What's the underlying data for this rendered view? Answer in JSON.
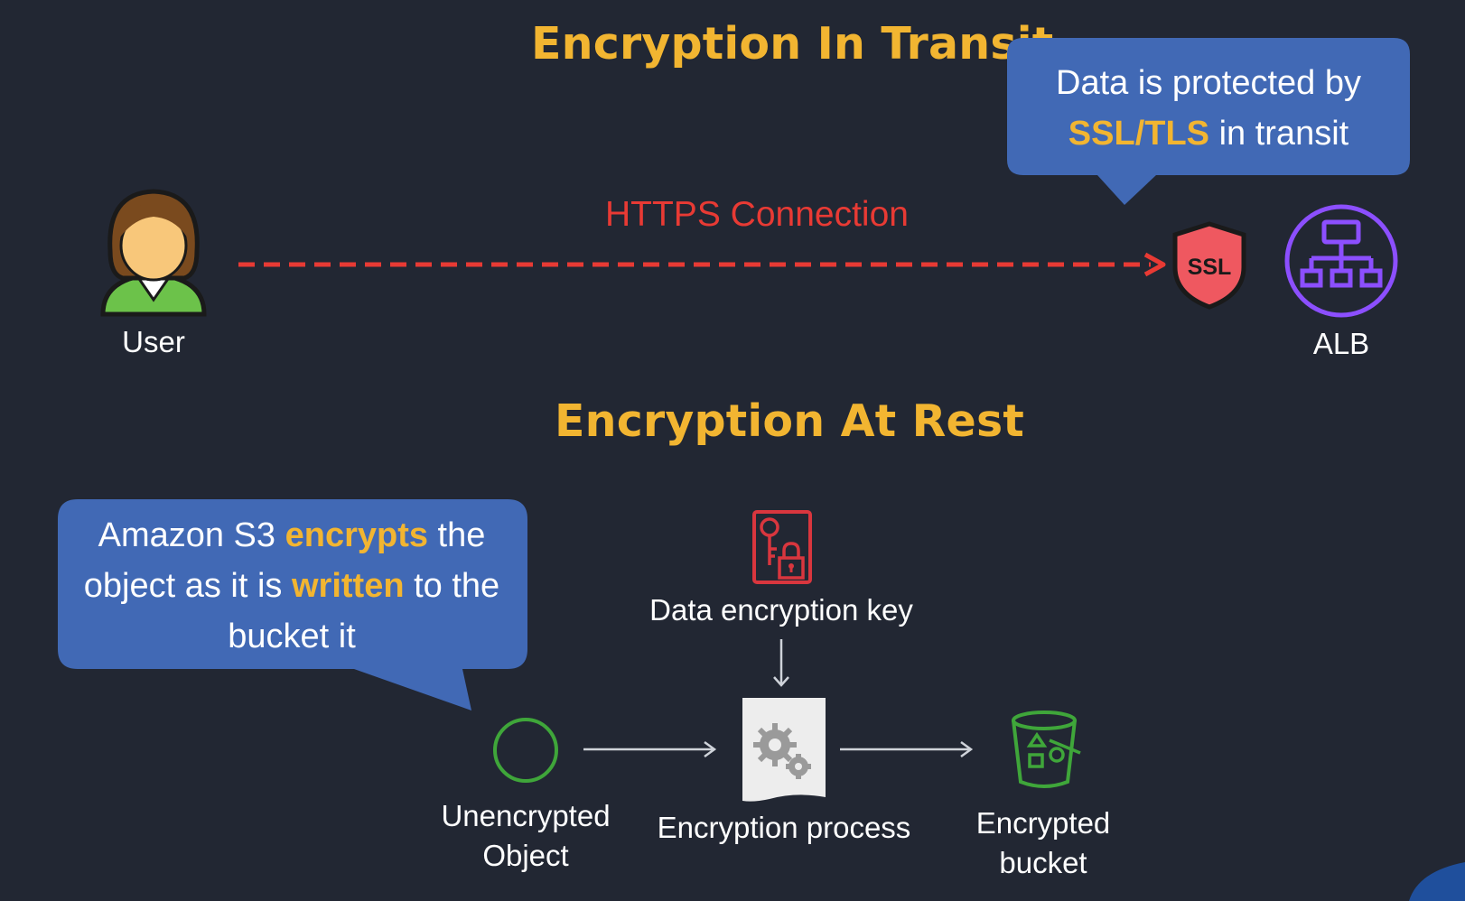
{
  "transit": {
    "title": "Encryption In Transit",
    "connection_label": "HTTPS Connection",
    "user_label": "User",
    "ssl_text": "SSL",
    "alb_label": "ALB",
    "bubble": {
      "line1": "Data is protected by",
      "highlight": "SSL/TLS",
      "line2_rest": " in transit"
    }
  },
  "rest": {
    "title": "Encryption At Rest",
    "bubble": {
      "part1": "Amazon S3 ",
      "highlight1": "encrypts",
      "part2": " the object as it is ",
      "highlight2": "written",
      "part3": " to the bucket it"
    },
    "key_label": "Data encryption key",
    "object_label_line1": "Unencrypted",
    "object_label_line2": "Object",
    "process_label": "Encryption process",
    "bucket_label_line1": "Encrypted",
    "bucket_label_line2": "bucket"
  },
  "colors": {
    "background": "#222733",
    "title": "#f2b531",
    "bubble": "#4169b5",
    "https": "#e83a34",
    "alb": "#8c4fff",
    "object": "#3fa63a",
    "key_icon": "#d9363e",
    "bucket": "#3fa63a"
  }
}
